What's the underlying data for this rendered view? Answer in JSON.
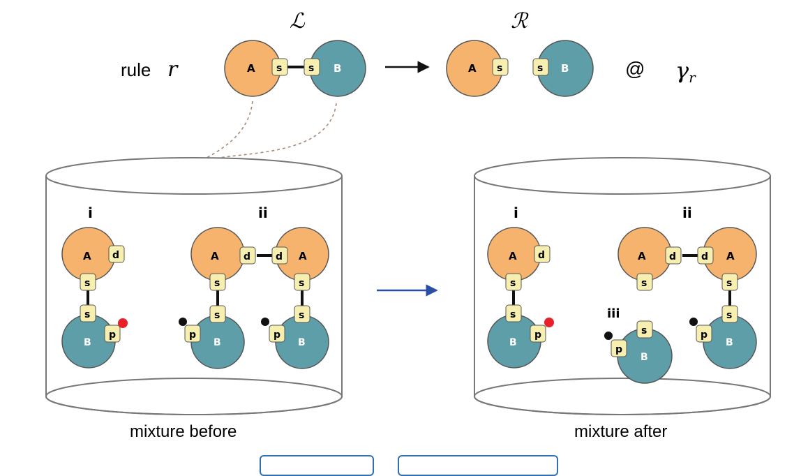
{
  "rule": {
    "label": "rule",
    "symbol": "r",
    "left_symbol": "ℒ",
    "right_symbol": "ℛ",
    "at_symbol": "@",
    "rate_symbol": "γ",
    "rate_subscript": "r"
  },
  "molecules": {
    "a": "A",
    "b": "B",
    "site_s": "s",
    "site_d": "d",
    "site_p": "p"
  },
  "complexes": {
    "i": "i",
    "ii": "ii",
    "iii": "iii"
  },
  "mixtures": {
    "before": "mixture before",
    "after": "mixture after"
  },
  "colors": {
    "agent_a": "#F5B36E",
    "agent_b": "#5E9EA8",
    "site_fill": "#F7EFAF",
    "phosphate_red": "#E8202A",
    "phosphate_black": "#111111",
    "reaction_arrow": "#2A4FA5",
    "rule_arrow": "#111111",
    "mapping_curve": "#A58A78"
  }
}
